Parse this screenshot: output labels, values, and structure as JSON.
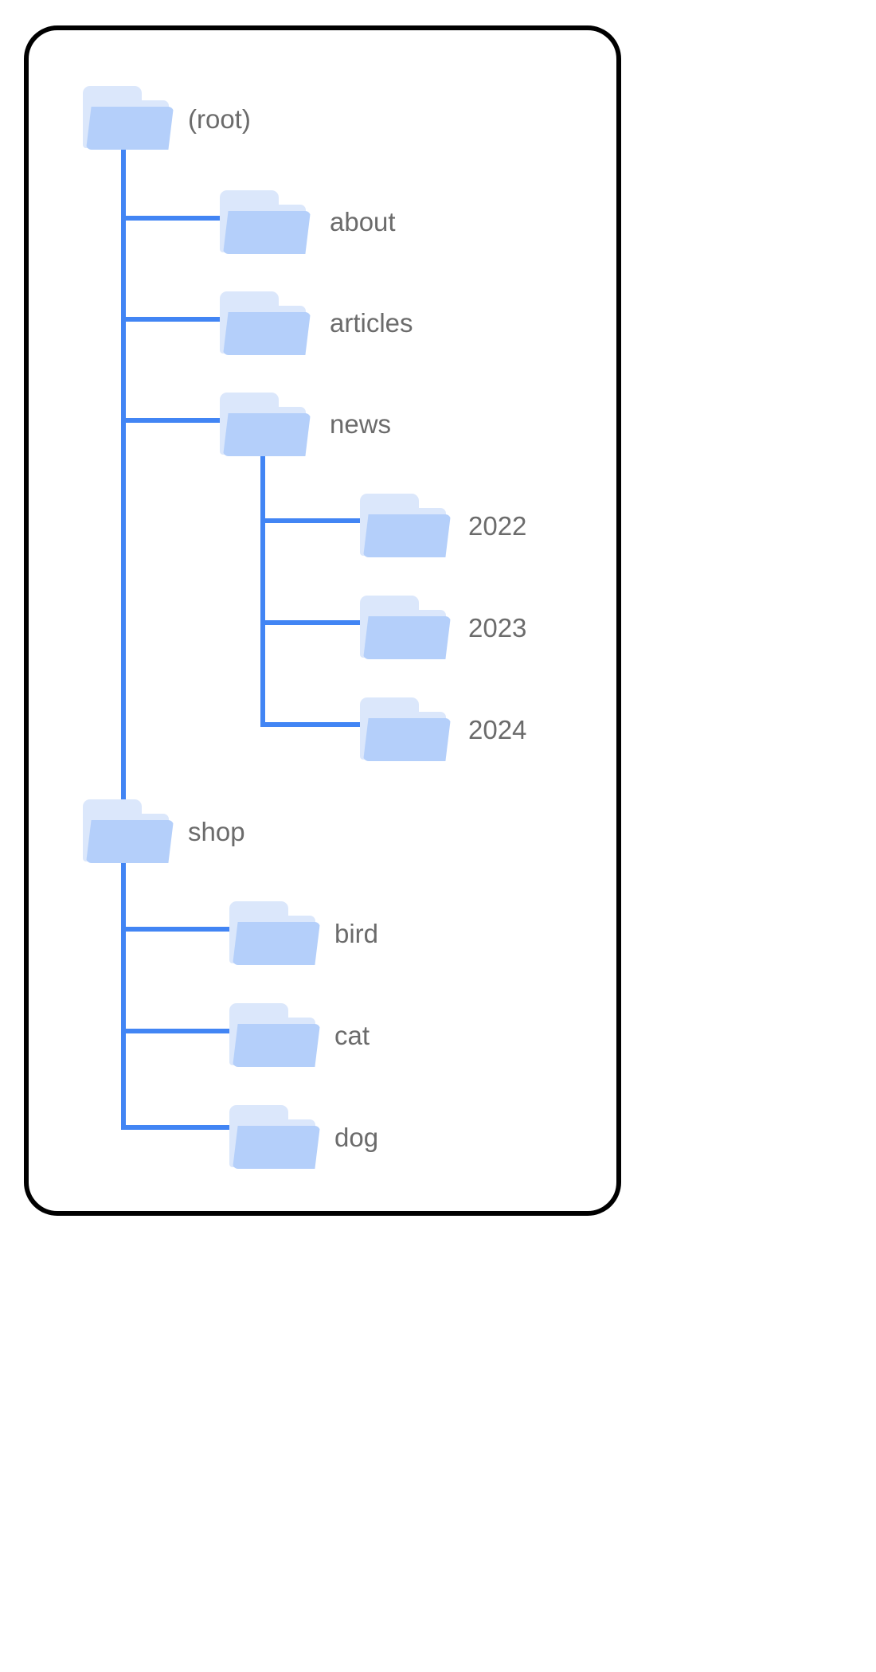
{
  "diagram": {
    "type": "folder-tree",
    "title": "",
    "colors": {
      "edge": "#4285f4",
      "folder_front": "#b4cffa",
      "folder_back": "#dbe7fb",
      "label": "#6b6b6b",
      "card_border": "#000000",
      "background": "#ffffff"
    },
    "nodes": [
      {
        "id": "root",
        "label": "(root)",
        "depth": 0
      },
      {
        "id": "about",
        "label": "about",
        "depth": 1
      },
      {
        "id": "articles",
        "label": "articles",
        "depth": 1
      },
      {
        "id": "news",
        "label": "news",
        "depth": 1
      },
      {
        "id": "y2022",
        "label": "2022",
        "depth": 2
      },
      {
        "id": "y2023",
        "label": "2023",
        "depth": 2
      },
      {
        "id": "y2024",
        "label": "2024",
        "depth": 2
      },
      {
        "id": "shop",
        "label": "shop",
        "depth": 0
      },
      {
        "id": "bird",
        "label": "bird",
        "depth": 1
      },
      {
        "id": "cat",
        "label": "cat",
        "depth": 1
      },
      {
        "id": "dog",
        "label": "dog",
        "depth": 1
      }
    ]
  }
}
